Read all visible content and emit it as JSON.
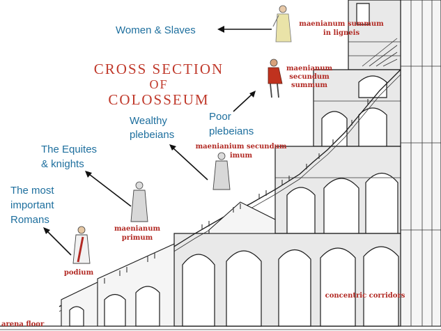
{
  "title": {
    "line1": "CROSS SECTION",
    "line2": "OF",
    "line3": "COLOSSEUM"
  },
  "labels": {
    "women_slaves": "Women & Slaves",
    "wealthy": [
      "Wealthy",
      "plebeians"
    ],
    "poor": [
      "Poor",
      "plebeians"
    ],
    "equites": [
      "The Equites",
      "& knights"
    ],
    "important": [
      "The most",
      "important",
      "Romans"
    ]
  },
  "sections": {
    "summum_ligneis": [
      "maenianum summum",
      "in ligneis"
    ],
    "secundum_summum": [
      "maenianum",
      "secundum",
      "summum"
    ],
    "secundum_imum": [
      "maenianium secundum",
      "imum"
    ],
    "primum": [
      "maenianum",
      "primum"
    ],
    "podium": "podium",
    "arena_floor": "arena floor",
    "corridors": "concentric corridors"
  },
  "colors": {
    "title": "#c0392b",
    "section_label": "#b22a24",
    "class_label": "#1e6f9e"
  }
}
